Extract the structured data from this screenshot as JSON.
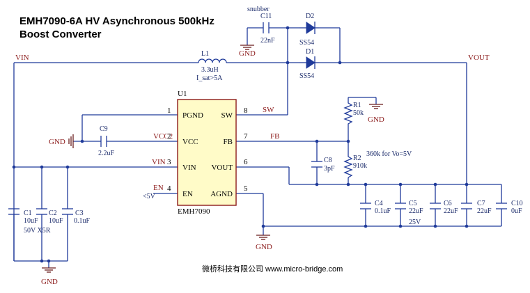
{
  "title": {
    "line1": "EMH7090-6A HV Asynchronous 500kHz",
    "line2": "Boost Converter"
  },
  "footer": "微桥科技有限公司 www.micro-bridge.com",
  "nets": {
    "vin": "VIN",
    "vout": "VOUT",
    "sw": "SW",
    "fb": "FB",
    "vcc2": "VCC2",
    "vin3": "VIN",
    "en": "EN",
    "en_note": "<5V",
    "gnd": "GND"
  },
  "ic": {
    "ref": "U1",
    "part": "EMH7090",
    "pins": [
      {
        "num": "1",
        "name": "PGND"
      },
      {
        "num": "2",
        "name": "VCC"
      },
      {
        "num": "3",
        "name": "VIN"
      },
      {
        "num": "4",
        "name": "EN"
      },
      {
        "num": "8",
        "name": "SW"
      },
      {
        "num": "7",
        "name": "FB"
      },
      {
        "num": "6",
        "name": "VOUT"
      },
      {
        "num": "5",
        "name": "AGND"
      }
    ]
  },
  "parts": {
    "l1": {
      "ref": "L1",
      "val": "3.3uH",
      "note": "I_sat>5A"
    },
    "c11": {
      "ref": "C11",
      "val": "22nF",
      "note": "snubber"
    },
    "d2": {
      "ref": "D2",
      "val": "SS54"
    },
    "d1": {
      "ref": "D1",
      "val": "SS54"
    },
    "c9": {
      "ref": "C9",
      "val": "2.2uF"
    },
    "r1": {
      "ref": "R1",
      "val": "50k"
    },
    "r2": {
      "ref": "R2",
      "val": "910k"
    },
    "r_note": "360k for Vo=5V",
    "c8": {
      "ref": "C8",
      "val": "3pF"
    },
    "c1": {
      "ref": "C1",
      "val": "10uF"
    },
    "c2": {
      "ref": "C2",
      "val": "10uF"
    },
    "c3": {
      "ref": "C3",
      "val": "0.1uF"
    },
    "cin_note": "50V X5R",
    "c4": {
      "ref": "C4",
      "val": "0.1uF"
    },
    "c5": {
      "ref": "C5",
      "val": "22uF"
    },
    "c6": {
      "ref": "C6",
      "val": "22uF"
    },
    "c7": {
      "ref": "C7",
      "val": "22uF"
    },
    "c10": {
      "ref": "C10",
      "val": "0uF"
    },
    "cout_note": "25V"
  }
}
